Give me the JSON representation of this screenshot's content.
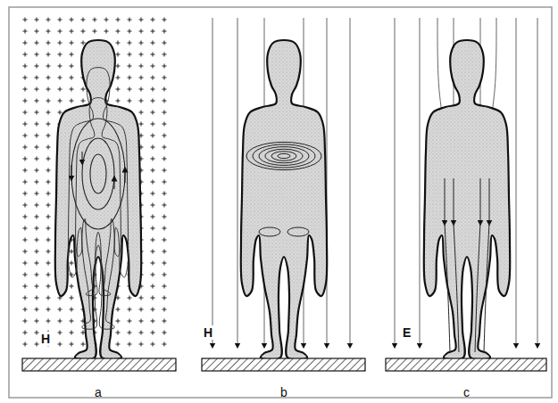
{
  "diagram": {
    "labels": [
      "H",
      "H",
      "E",
      "a",
      "b",
      "c"
    ]
  }
}
